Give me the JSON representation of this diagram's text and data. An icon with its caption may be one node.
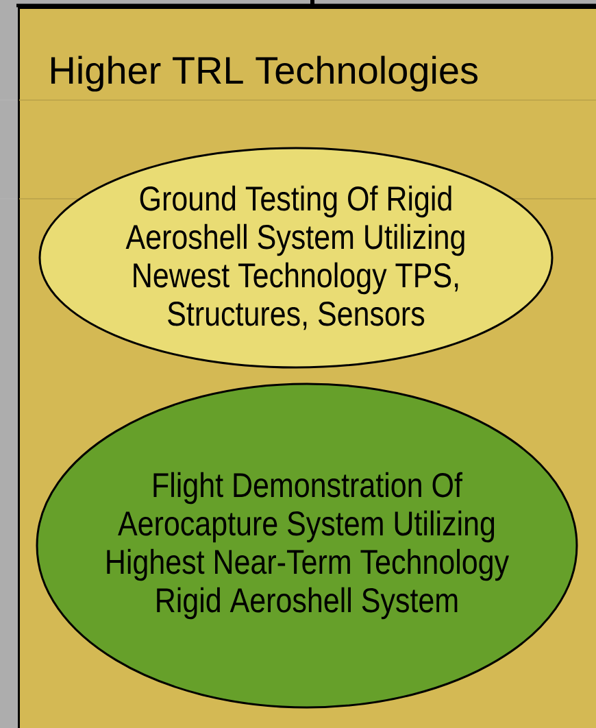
{
  "diagram": {
    "nodes": [
      {
        "text": [
          "Higher TRL Technologies"
        ]
      },
      {
        "text": [
          "Ground Testing Of Rigid Aeroshell System Utilizing Newest Technology TPS, Structures, Sensors"
        ],
        "in": 0
      },
      {
        "text": [
          "Flight Demonstration Of Aerocapture System Utilizing Highest Near-Term Technology Rigid Aeroshell System"
        ],
        "in": 0
      }
    ]
  }
}
